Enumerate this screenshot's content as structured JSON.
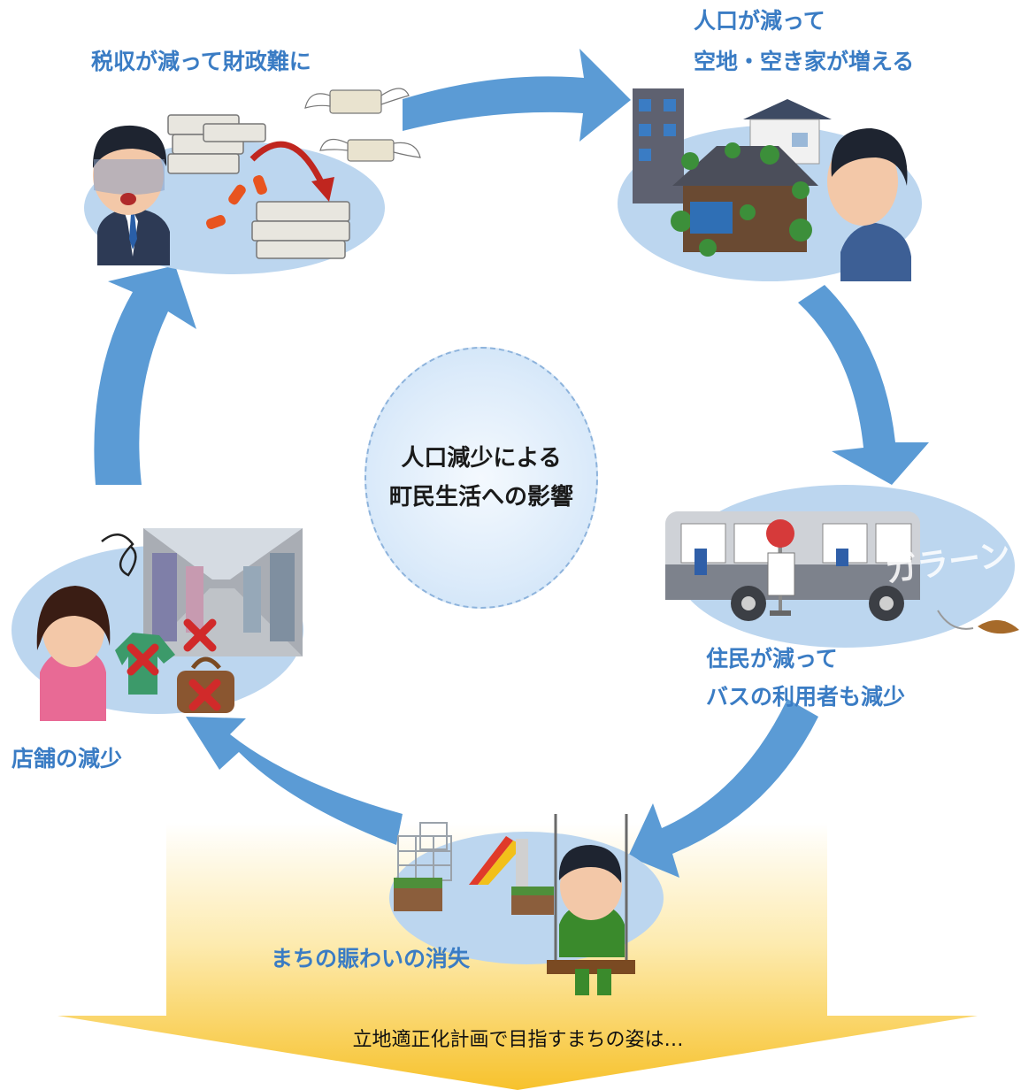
{
  "center": {
    "line1": "人口減少による",
    "line2": "町民生活への影響"
  },
  "stages": {
    "tax": "税収が減って財政難に",
    "vacant_line1": "人口が減って",
    "vacant_line2": "空地・空き家が増える",
    "bus_line1": "住民が減って",
    "bus_line2": "バスの利用者も減少",
    "liveliness": "まちの賑わいの消失",
    "shops": "店舗の減少"
  },
  "bus_sign": "ガラーン",
  "bottom_caption": "立地適正化計画で目指すまちの姿は…",
  "colors": {
    "arrow": "#5b9bd5",
    "label": "#3a7cc4",
    "bottom_gradient_top": "#ffffff",
    "bottom_gradient_bottom": "#f8c630"
  }
}
